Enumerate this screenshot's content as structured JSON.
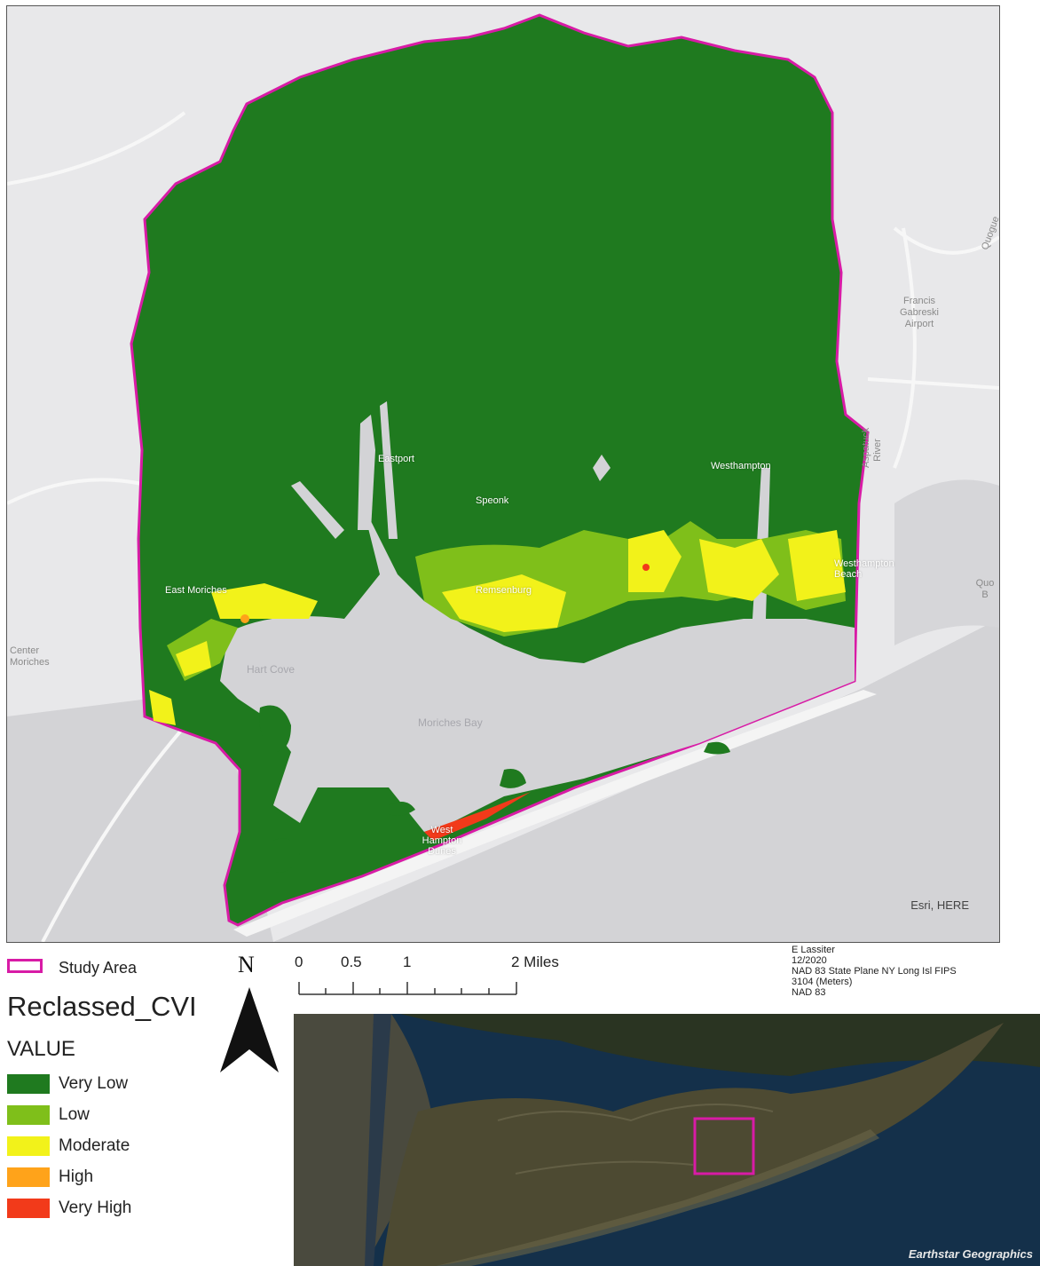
{
  "map": {
    "attribution": "Esri, HERE",
    "place_labels": {
      "eastport": "Eastport",
      "speonk": "Speonk",
      "westhampton": "Westhampton",
      "westhampton_beach": "Westhampton Beach",
      "east_moriches": "East Moriches",
      "remsenburg": "Remsenburg",
      "west_hampton_dunes": "West Hampton Dunes"
    },
    "basemap_labels": {
      "airport": "Francis Gabreski Airport",
      "river": "Aspatuck River",
      "center_moriches": "Center Moriches",
      "quogue": "Quogue",
      "quogue_right": "Quo B"
    },
    "water_labels": {
      "hart_cove": "Hart Cove",
      "moriches_bay": "Moriches Bay"
    }
  },
  "legend": {
    "study_area_label": "Study Area",
    "layer_title": "Reclassed_CVI",
    "field_title": "VALUE",
    "classes": [
      {
        "label": "Very Low",
        "color": "#1f7a1f"
      },
      {
        "label": "Low",
        "color": "#7fbf1a"
      },
      {
        "label": "Moderate",
        "color": "#f2f21a"
      },
      {
        "label": "High",
        "color": "#ffa31a"
      },
      {
        "label": "Very High",
        "color": "#f23a1a"
      }
    ],
    "study_area_color": "#d81ba6"
  },
  "north_arrow": {
    "label": "N"
  },
  "scale_bar": {
    "labels": [
      "0",
      "0.5",
      "1",
      "2 Miles"
    ]
  },
  "credits": {
    "author": "E Lassiter",
    "date": "12/2020",
    "projection_line1": "NAD 83 State Plane NY Long Isl FIPS",
    "projection_line2": "3104 (Meters)",
    "datum": "NAD 83"
  },
  "inset": {
    "attribution": "Earthstar Geographics"
  }
}
